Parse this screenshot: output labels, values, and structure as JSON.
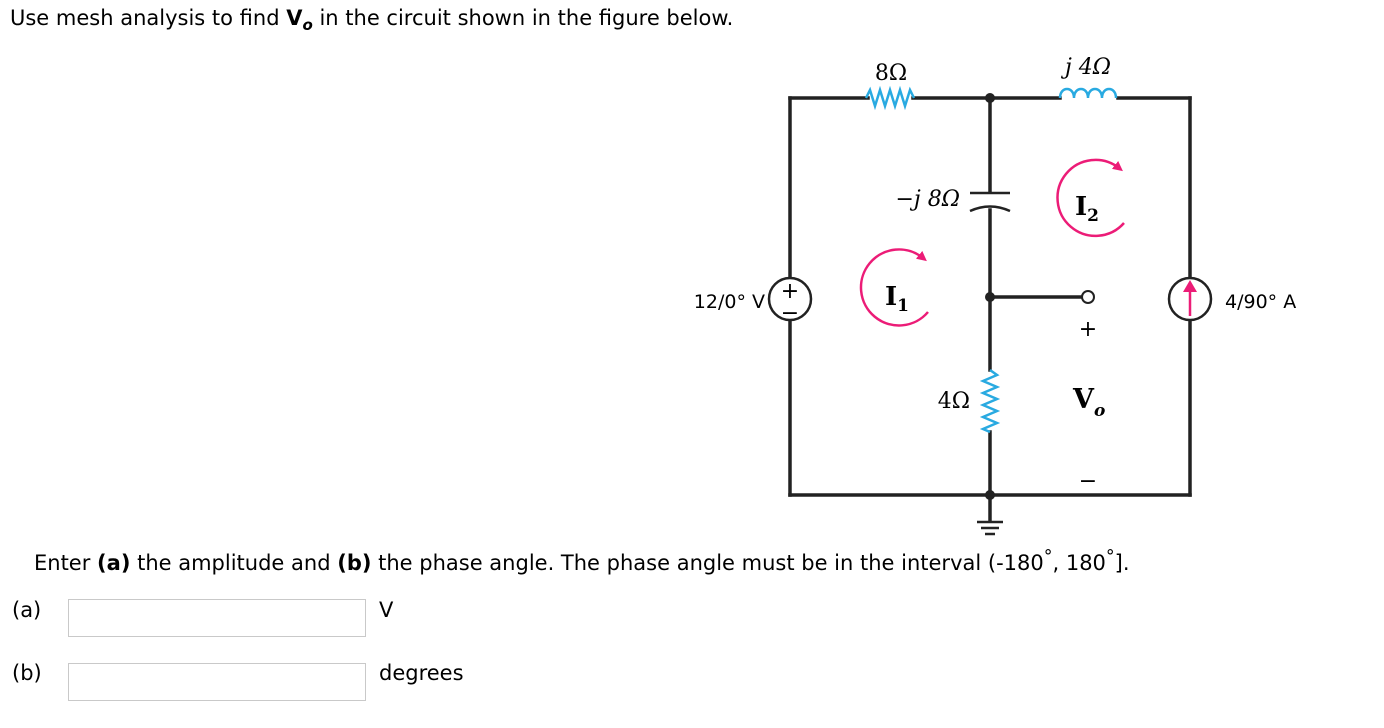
{
  "question": {
    "prefix": "Use mesh analysis to find ",
    "var_main": "V",
    "var_sub": "o",
    "suffix": " in the circuit shown in the figure below."
  },
  "circuit": {
    "r_top": "8Ω",
    "l_top": "j 4Ω",
    "cap_mid": "−j 8Ω",
    "r_bottom": "4Ω",
    "vsource": "12/0° V",
    "isource": "4/90° A",
    "mesh1_main": "I",
    "mesh1_sub": "1",
    "mesh2_main": "I",
    "mesh2_sub": "2",
    "vo_main": "V",
    "vo_sub": "o",
    "plus": "+",
    "minus": "−",
    "colors": {
      "wire": "#222222",
      "resistor": "#29aae1",
      "arrow": "#ec1c77"
    }
  },
  "instructions": {
    "t1": "Enter ",
    "a": "(a)",
    "t2": " the amplitude and ",
    "b": "(b)",
    "t3": " the phase angle. The phase angle must be in the interval (-180",
    "deg1": "°",
    "t4": ", 180",
    "deg2": "°",
    "t5": "]."
  },
  "parts": [
    {
      "label": "(a)",
      "value": "",
      "unit": "V"
    },
    {
      "label": "(b)",
      "value": "",
      "unit": "degrees"
    }
  ]
}
